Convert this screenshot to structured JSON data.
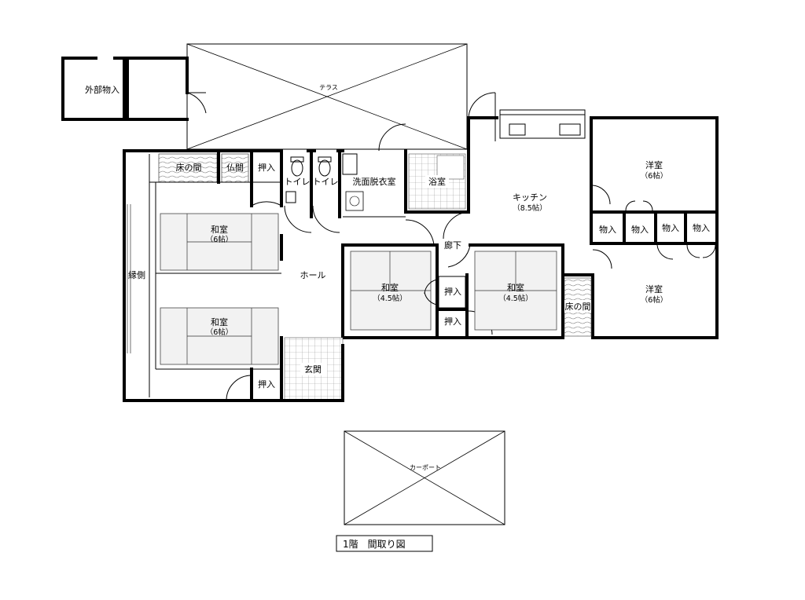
{
  "plan": {
    "title": "1階　間取り図",
    "rooms": {
      "storage_outside": "外部物入",
      "terrace": "テラス",
      "tokonoma_left": "床の間",
      "butsuma": "仏間",
      "oshiire_top": "押入",
      "toilet_1": "トイレ",
      "toilet_2": "トイレ",
      "washroom": "洗面脱衣室",
      "bath": "浴室",
      "kitchen": "キッチン",
      "kitchen_size": "（8.5帖）",
      "western_top": "洋室",
      "western_top_size": "（6帖）",
      "mono_1": "物入",
      "mono_2": "物入",
      "mono_3": "物入",
      "mono_4": "物入",
      "washitsu_top": "和室",
      "washitsu_top_size": "（6帖）",
      "engawa": "縁側",
      "washitsu_bottom": "和室",
      "washitsu_bottom_size": "（6帖）",
      "hall": "ホール",
      "corridor": "廊下",
      "washitsu_mid1": "和室",
      "washitsu_mid1_size": "（4.5帖）",
      "oshiire_mid": "押入",
      "washitsu_mid2": "和室",
      "washitsu_mid2_size": "（4.5帖）",
      "oshiire_mid2": "押入",
      "tokonoma_right": "床の間",
      "western_bottom": "洋室",
      "western_bottom_size": "（6帖）",
      "genkan": "玄関",
      "oshiire_bottom": "押入",
      "carport": "カーポート"
    }
  }
}
